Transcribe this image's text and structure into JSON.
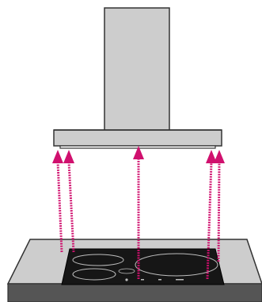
{
  "illustration": {
    "colors": {
      "background": "#ffffff",
      "hood_fill": "#cdcdcd",
      "hood_outline": "#333333",
      "hood_bottom_strip": "#ffffff",
      "countertop_top": "#cdcdcd",
      "countertop_front": "#555555",
      "countertop_outline": "#333333",
      "cooktop_glass": "#161616",
      "zone_outline": "#bdbdbd",
      "arrow": "#d0106e"
    },
    "cooktop": {
      "cooking_zone_count": 4,
      "control_icons": [
        "power-symbol",
        "minus-symbol",
        "plus-symbol",
        "timer-symbol"
      ]
    },
    "airflow_arrow_count": 5
  }
}
